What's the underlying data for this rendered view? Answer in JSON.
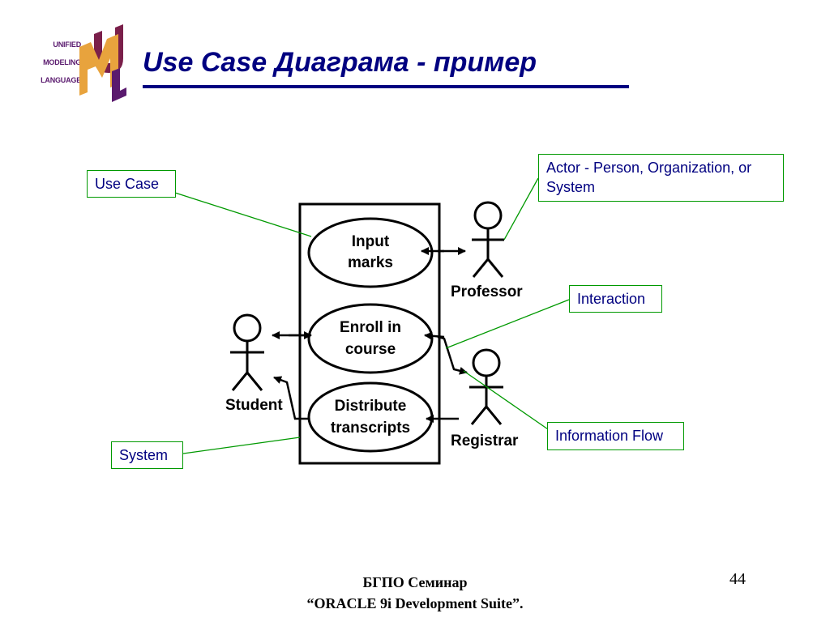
{
  "logo": {
    "line1": "UNIFIED",
    "line2": "MODELING",
    "line3": "LANGUAGE"
  },
  "title": "Use Case Диаграма - пример",
  "diagram": {
    "use_cases": [
      {
        "line1": "Input",
        "line2": "marks"
      },
      {
        "line1": "Enroll in",
        "line2": "course"
      },
      {
        "line1": "Distribute",
        "line2": "transcripts"
      }
    ],
    "actors": {
      "professor": "Professor",
      "student": "Student",
      "registrar": "Registrar"
    }
  },
  "callouts": {
    "use_case": "Use Case",
    "actor": "Actor - Person, Organization, or System",
    "interaction": "Interaction",
    "information_flow": "Information Flow",
    "system": "System"
  },
  "footer": {
    "line1": "БГПО Семинар",
    "line2": "“ORACLE 9i Development Suite”."
  },
  "page_number": "44",
  "colors": {
    "title": "#000080",
    "callout_border": "#009900",
    "logo_purple": "#5a1a6e",
    "logo_orange": "#e8a33d"
  }
}
